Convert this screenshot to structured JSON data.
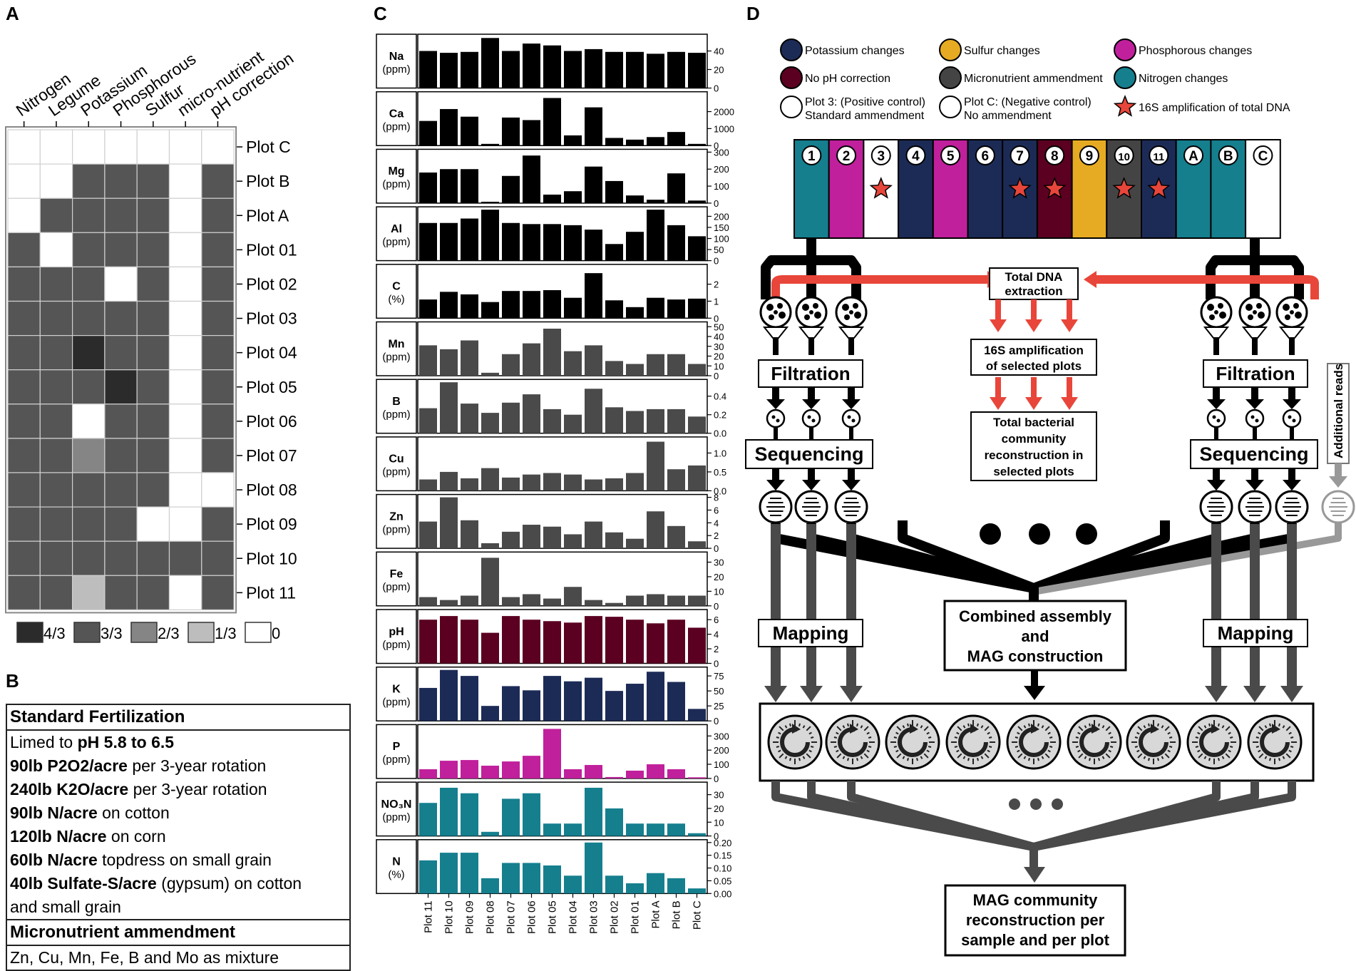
{
  "panels": {
    "A": "A",
    "B": "B",
    "C": "C",
    "D": "D"
  },
  "heatmap": {
    "columns": [
      "Nitrogen",
      "Legume",
      "Potassium",
      "Phosphorous",
      "Sulfur",
      "micro-nutrient",
      "pH correction"
    ],
    "rows": [
      "Plot C",
      "Plot B",
      "Plot A",
      "Plot 01",
      "Plot 02",
      "Plot 03",
      "Plot 04",
      "Plot 05",
      "Plot 06",
      "Plot 07",
      "Plot 08",
      "Plot 09",
      "Plot 10",
      "Plot 11"
    ],
    "levels": [
      [
        0,
        0,
        0,
        0,
        0,
        0,
        0
      ],
      [
        0,
        0,
        3,
        3,
        3,
        0,
        3
      ],
      [
        0,
        3,
        3,
        3,
        3,
        0,
        3
      ],
      [
        3,
        0,
        3,
        3,
        3,
        0,
        3
      ],
      [
        3,
        3,
        3,
        0,
        3,
        0,
        3
      ],
      [
        3,
        3,
        3,
        3,
        3,
        0,
        3
      ],
      [
        3,
        3,
        4,
        3,
        3,
        0,
        3
      ],
      [
        3,
        3,
        3,
        4,
        3,
        0,
        3
      ],
      [
        3,
        3,
        0,
        3,
        3,
        0,
        3
      ],
      [
        3,
        3,
        2,
        3,
        3,
        0,
        3
      ],
      [
        3,
        3,
        3,
        3,
        3,
        0,
        0
      ],
      [
        3,
        3,
        3,
        3,
        0,
        0,
        3
      ],
      [
        3,
        3,
        3,
        3,
        3,
        3,
        3
      ],
      [
        3,
        3,
        1,
        3,
        3,
        0,
        3
      ]
    ],
    "legend": [
      {
        "label": "4/3",
        "color": "#2b2b2b"
      },
      {
        "label": "3/3",
        "color": "#555555"
      },
      {
        "label": "2/3",
        "color": "#858585"
      },
      {
        "label": "1/3",
        "color": "#bdbdbd"
      },
      {
        "label": "0",
        "color": "#ffffff"
      }
    ]
  },
  "fertilization": {
    "header": "Standard Fertilization",
    "lines": [
      {
        "bold": "",
        "pre": "Limed to ",
        "b": "pH 5.8 to 6.5",
        "post": ""
      },
      {
        "pre": "",
        "b": "90lb P2O2/acre",
        "post": " per 3-year rotation"
      },
      {
        "pre": "",
        "b": "240lb K2O/acre",
        "post": " per 3-year rotation"
      },
      {
        "pre": "",
        "b": "90lb N/acre",
        "post": " on cotton"
      },
      {
        "pre": "",
        "b": "120lb N/acre",
        "post": " on corn"
      },
      {
        "pre": "",
        "b": "60lb N/acre",
        "post": " topdress on small grain"
      },
      {
        "pre": "",
        "b": "40lb Sulfate-S/acre",
        "post": " (gypsum) on cotton"
      },
      {
        "pre": "and small grain",
        "b": "",
        "post": ""
      }
    ],
    "micro_header": "Micronutrient ammendment",
    "micro_text": "Zn, Cu, Mn, Fe, B and Mo as mixture"
  },
  "chart_data": {
    "type": "bar",
    "categories": [
      "Plot 11",
      "Plot 10",
      "Plot 09",
      "Plot 08",
      "Plot 07",
      "Plot 06",
      "Plot 05",
      "Plot 04",
      "Plot 03",
      "Plot 02",
      "Plot 01",
      "Plot A",
      "Plot B",
      "Plot C"
    ],
    "panels": [
      {
        "name": "Na",
        "unit": "(ppm)",
        "color": "#000000",
        "ylim": [
          0,
          55
        ],
        "ticks": [
          "40",
          "20",
          "0"
        ],
        "tickvals": [
          40,
          20,
          0
        ],
        "values": [
          40,
          38,
          39,
          54,
          40,
          48,
          46,
          40,
          42,
          39,
          39,
          37,
          39,
          38
        ]
      },
      {
        "name": "Ca",
        "unit": "(ppm)",
        "color": "#000000",
        "ylim": [
          0,
          3000
        ],
        "ticks": [
          "2000",
          "1000",
          "0"
        ],
        "tickvals": [
          2000,
          1000,
          0
        ],
        "values": [
          1450,
          2150,
          1700,
          100,
          1650,
          1500,
          2800,
          600,
          2250,
          450,
          350,
          500,
          800,
          100
        ]
      },
      {
        "name": "Mg",
        "unit": "(ppm)",
        "color": "#000000",
        "ylim": [
          0,
          300
        ],
        "ticks": [
          "300",
          "200",
          "100",
          "0"
        ],
        "tickvals": [
          300,
          200,
          100,
          0
        ],
        "values": [
          180,
          200,
          200,
          8,
          160,
          280,
          50,
          70,
          215,
          130,
          45,
          20,
          175,
          15
        ]
      },
      {
        "name": "Al",
        "unit": "(ppm)",
        "color": "#000000",
        "ylim": [
          0,
          230
        ],
        "ticks": [
          "200",
          "150",
          "100",
          "50",
          "0"
        ],
        "tickvals": [
          200,
          150,
          100,
          50,
          0
        ],
        "values": [
          170,
          170,
          190,
          230,
          170,
          165,
          165,
          160,
          140,
          75,
          130,
          230,
          160,
          110
        ]
      },
      {
        "name": "C",
        "unit": "(%)",
        "color": "#000000",
        "ylim": [
          0,
          3
        ],
        "ticks": [
          "2",
          "1",
          "0"
        ],
        "tickvals": [
          2,
          1,
          0
        ],
        "values": [
          1.1,
          1.55,
          1.4,
          0.95,
          1.6,
          1.6,
          1.65,
          1.2,
          2.65,
          1.05,
          0.65,
          1.2,
          1.1,
          1.15
        ]
      },
      {
        "name": "Mn",
        "unit": "(ppm)",
        "color": "#4a4a4a",
        "ylim": [
          0,
          52
        ],
        "ticks": [
          "50",
          "40",
          "30",
          "20",
          "10",
          "0"
        ],
        "tickvals": [
          50,
          40,
          30,
          20,
          10,
          0
        ],
        "values": [
          31,
          27,
          36,
          3,
          22,
          33,
          48,
          25,
          31,
          15,
          12,
          22,
          22,
          12
        ]
      },
      {
        "name": "B",
        "unit": "(ppm)",
        "color": "#4a4a4a",
        "ylim": [
          0,
          0.55
        ],
        "ticks": [
          "0.4",
          "0.2",
          "0.0"
        ],
        "tickvals": [
          0.4,
          0.2,
          0.0
        ],
        "values": [
          0.27,
          0.55,
          0.32,
          0.22,
          0.33,
          0.42,
          0.26,
          0.2,
          0.48,
          0.28,
          0.24,
          0.26,
          0.26,
          0.18
        ]
      },
      {
        "name": "Cu",
        "unit": "(ppm)",
        "color": "#4a4a4a",
        "ylim": [
          0,
          1.35
        ],
        "ticks": [
          "1.0",
          "0.5",
          "0.0"
        ],
        "tickvals": [
          1.0,
          0.5,
          0.0
        ],
        "values": [
          0.3,
          0.5,
          0.33,
          0.6,
          0.35,
          0.43,
          0.47,
          0.43,
          0.3,
          0.33,
          0.47,
          1.3,
          0.57,
          0.67
        ]
      },
      {
        "name": "Zn",
        "unit": "(ppm)",
        "color": "#4a4a4a",
        "ylim": [
          0,
          8
        ],
        "ticks": [
          "8",
          "6",
          "4",
          "2",
          "0"
        ],
        "tickvals": [
          8,
          6,
          4,
          2,
          0
        ],
        "values": [
          4.2,
          8,
          4.4,
          0.8,
          2.6,
          3.7,
          3.4,
          2.2,
          4.2,
          2.5,
          1.5,
          5.8,
          3.5,
          1.1
        ]
      },
      {
        "name": "Fe",
        "unit": "(ppm)",
        "color": "#4a4a4a",
        "ylim": [
          0,
          35
        ],
        "ticks": [
          "30",
          "20",
          "10",
          "0"
        ],
        "tickvals": [
          30,
          20,
          10,
          0
        ],
        "values": [
          6,
          4,
          7,
          33,
          6,
          8,
          5,
          13,
          4,
          2,
          7,
          8,
          7,
          7
        ]
      },
      {
        "name": "pH",
        "unit": "(ppm)",
        "color": "#5b0021",
        "ylim": [
          0,
          7
        ],
        "ticks": [
          "6",
          "4",
          "2",
          "0"
        ],
        "tickvals": [
          6,
          4,
          2,
          0
        ],
        "values": [
          6,
          6.5,
          6,
          4.2,
          6.5,
          6,
          5.8,
          5.6,
          6.5,
          6.4,
          6,
          5.5,
          6,
          4.9
        ]
      },
      {
        "name": "K",
        "unit": "(ppm)",
        "color": "#1c2b56",
        "ylim": [
          0,
          85
        ],
        "ticks": [
          "75",
          "50",
          "25",
          "0"
        ],
        "tickvals": [
          75,
          50,
          25,
          0
        ],
        "values": [
          55,
          85,
          75,
          25,
          58,
          51,
          75,
          66,
          72,
          50,
          62,
          82,
          65,
          20
        ]
      },
      {
        "name": "P",
        "unit": "(ppm)",
        "color": "#c0209c",
        "ylim": [
          0,
          360
        ],
        "ticks": [
          "300",
          "200",
          "100",
          "0"
        ],
        "tickvals": [
          300,
          200,
          100,
          0
        ],
        "values": [
          65,
          125,
          130,
          90,
          120,
          160,
          350,
          65,
          95,
          10,
          55,
          100,
          65,
          8
        ]
      },
      {
        "name": "NO₃N",
        "unit": "(ppm)",
        "color": "#157f8e",
        "ylim": [
          0,
          37
        ],
        "ticks": [
          "30",
          "20",
          "10",
          "0"
        ],
        "tickvals": [
          30,
          20,
          10,
          0
        ],
        "values": [
          24,
          35,
          31,
          3,
          27,
          31,
          9,
          9,
          35,
          20,
          9,
          9,
          9,
          2
        ]
      },
      {
        "name": "N",
        "unit": "(%)",
        "color": "#157f8e",
        "ylim": [
          0,
          0.2
        ],
        "ticks": [
          "0.20",
          "0.15",
          "0.10",
          "0.05",
          "0.00"
        ],
        "tickvals": [
          0.2,
          0.15,
          0.1,
          0.05,
          0.0
        ],
        "values": [
          0.13,
          0.16,
          0.16,
          0.06,
          0.12,
          0.12,
          0.11,
          0.07,
          0.2,
          0.07,
          0.04,
          0.08,
          0.06,
          0.02
        ]
      }
    ]
  },
  "legend_d": [
    {
      "label": "Potassium changes",
      "color": "#1c2b56",
      "type": "circle"
    },
    {
      "label": "Sulfur changes",
      "color": "#e6ab23",
      "type": "circle"
    },
    {
      "label": "Phosphorous changes",
      "color": "#c0209c",
      "type": "circle"
    },
    {
      "label": "No pH correction",
      "color": "#5b0021",
      "type": "circle"
    },
    {
      "label": "Micronutrient ammendment",
      "color": "#444444",
      "type": "circle"
    },
    {
      "label": "Nitrogen changes",
      "color": "#157f8e",
      "type": "circle"
    },
    {
      "label": "Plot 3: (Positive control)",
      "label2": "Standard ammendment",
      "color": "#ffffff",
      "type": "circle"
    },
    {
      "label": "Plot C: (Negative control)",
      "label2": "No ammendment",
      "color": "#ffffff",
      "type": "circle"
    },
    {
      "label": "16S amplification of total DNA",
      "color": "#e8463a",
      "type": "star"
    }
  ],
  "plots_strip": [
    {
      "label": "1",
      "color": "#157f8e",
      "star": false
    },
    {
      "label": "2",
      "color": "#c0209c",
      "star": false
    },
    {
      "label": "3",
      "color": "#ffffff",
      "star": true
    },
    {
      "label": "4",
      "color": "#1c2b56",
      "star": false
    },
    {
      "label": "5",
      "color": "#c0209c",
      "star": false
    },
    {
      "label": "6",
      "color": "#1c2b56",
      "star": false
    },
    {
      "label": "7",
      "color": "#1c2b56",
      "star": true
    },
    {
      "label": "8",
      "color": "#5b0021",
      "star": true
    },
    {
      "label": "9",
      "color": "#e6ab23",
      "star": false
    },
    {
      "label": "10",
      "color": "#444444",
      "star": true
    },
    {
      "label": "11",
      "color": "#1c2b56",
      "star": true
    },
    {
      "label": "A",
      "color": "#157f8e",
      "star": false
    },
    {
      "label": "B",
      "color": "#157f8e",
      "star": false
    },
    {
      "label": "C",
      "color": "#ffffff",
      "star": false
    }
  ],
  "workflow": {
    "total_dna": [
      "Total DNA",
      "extraction"
    ],
    "amplification": [
      "16S amplification",
      "of selected plots"
    ],
    "bacterial": [
      "Total bacterial",
      "community",
      "reconstruction in",
      "selected plots"
    ],
    "filtration": "Filtration",
    "sequencing": "Sequencing",
    "additional_reads": "Additional reads",
    "mapping": "Mapping",
    "combined": [
      "Combined assembly",
      "and",
      "MAG construction"
    ],
    "mag_community": [
      "MAG community",
      "reconstruction per",
      "sample and per plot"
    ]
  }
}
